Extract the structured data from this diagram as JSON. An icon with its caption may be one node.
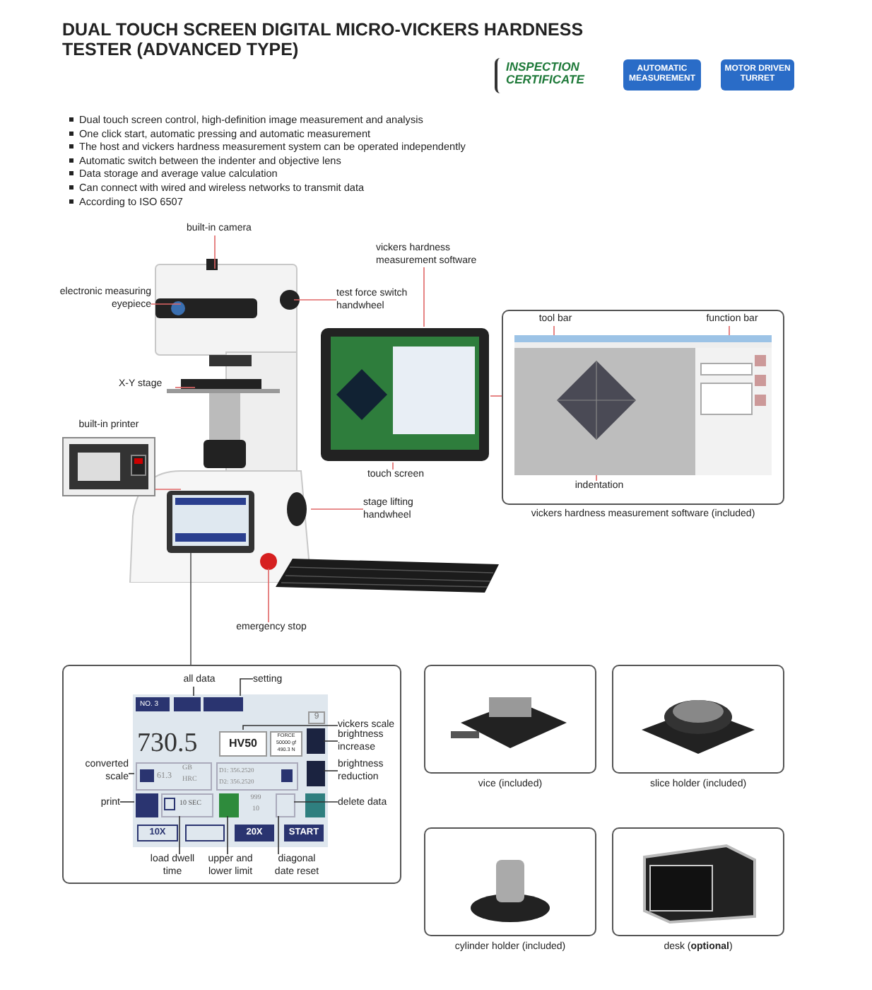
{
  "diagram": {
    "title": "DUAL TOUCH SCREEN DIGITAL MICRO-VICKERS HARDNESS TESTER (ADVANCED TYPE)",
    "nodes": [
      {
        "text": [],
        "shape": "picture"
      },
      {
        "text": [],
        "shape": "picture"
      },
      {
        "text": [],
        "shape": "picture",
        "in": 0
      },
      {
        "text": [
          "built-in camera"
        ]
      },
      {
        "text": [
          "electronic measuring eyepiece"
        ]
      },
      {
        "text": [
          "test force switch handwheel"
        ]
      },
      {
        "text": [
          "vickers hardness measurement software"
        ]
      },
      {
        "text": [
          "X-Y stage"
        ]
      },
      {
        "text": [
          "built-in printer"
        ]
      },
      {
        "text": [
          "touch screen"
        ]
      },
      {
        "text": [
          "stage lifting handwheel"
        ]
      },
      {
        "text": [
          "emergency stop"
        ]
      },
      {
        "text": [
          "vickers hardness measurement software (included)"
        ]
      },
      {
        "text": [],
        "shape": "picture",
        "in": 12
      },
      {
        "text": [
          "tool bar"
        ],
        "in": 12
      },
      {
        "text": [
          "function bar"
        ],
        "in": 12
      },
      {
        "text": [
          "indentation"
        ],
        "in": 12
      },
      {
        "text": [],
        "shape": "box"
      },
      {
        "text": [],
        "shape": "picture",
        "in": 17
      },
      {
        "text": [
          "all data"
        ],
        "in": 17
      },
      {
        "text": [
          "setting"
        ],
        "in": 17
      },
      {
        "text": [
          "vickers scale"
        ],
        "in": 17
      },
      {
        "text": [
          "brightness increase"
        ],
        "in": 17
      },
      {
        "text": [
          "brightness reduction"
        ],
        "in": 17
      },
      {
        "text": [
          "converted scale"
        ],
        "in": 17
      },
      {
        "text": [
          "print"
        ],
        "in": 17
      },
      {
        "text": [
          "delete data"
        ],
        "in": 17
      },
      {
        "text": [
          "load dwell time"
        ],
        "in": 17
      },
      {
        "text": [
          "upper and lower limit"
        ],
        "in": 17
      },
      {
        "text": [
          "diagonal date reset"
        ],
        "in": 17
      },
      {
        "text": [
          "vice (included)"
        ]
      },
      {
        "text": [
          "slice holder (included)"
        ]
      },
      {
        "text": [
          "cylinder holder (included)"
        ]
      },
      {
        "text": [
          "desk (**optional**)"
        ]
      }
    ],
    "edges": [
      {
        "from": 3,
        "to": 0,
        "arrow": "none"
      },
      {
        "from": 4,
        "to": 0,
        "arrow": "none"
      },
      {
        "from": 5,
        "to": 0,
        "arrow": "none"
      },
      {
        "from": 6,
        "to": 1,
        "arrow": "none"
      },
      {
        "from": 7,
        "to": 0,
        "arrow": "none"
      },
      {
        "from": 8,
        "to": 0,
        "arrow": "none"
      },
      {
        "from": 9,
        "to": 1,
        "arrow": "none"
      },
      {
        "from": 10,
        "to": 0,
        "arrow": "none"
      },
      {
        "from": 11,
        "to": 0,
        "arrow": "none"
      },
      {
        "from": 1,
        "to": 12,
        "arrow": "none"
      },
      {
        "from": 14,
        "to": 13,
        "arrow": "none"
      },
      {
        "from": 15,
        "to": 13,
        "arrow": "none"
      },
      {
        "from": 16,
        "to": 13,
        "arrow": "none"
      },
      {
        "from": 2,
        "to": 17,
        "arrow": "none",
        "color": "#555555"
      },
      {
        "from": 19,
        "to": 18,
        "arrow": "none",
        "color": "#333333"
      },
      {
        "from": 20,
        "to": 18,
        "arrow": "none",
        "color": "#333333"
      },
      {
        "from": 21,
        "to": 18,
        "arrow": "none",
        "color": "#333333"
      },
      {
        "from": 22,
        "to": 18,
        "arrow": "none",
        "color": "#333333"
      },
      {
        "from": 23,
        "to": 18,
        "arrow": "none",
        "color": "#333333"
      },
      {
        "from": 24,
        "to": 18,
        "arrow": "none",
        "color": "#333333"
      },
      {
        "from": 25,
        "to": 18,
        "arrow": "none",
        "color": "#333333"
      },
      {
        "from": 26,
        "to": 18,
        "arrow": "none",
        "color": "#333333"
      },
      {
        "from": 27,
        "to": 18,
        "arrow": "none",
        "color": "#333333"
      },
      {
        "from": 28,
        "to": 18,
        "arrow": "none",
        "color": "#333333"
      },
      {
        "from": 29,
        "to": 18,
        "arrow": "none",
        "color": "#333333"
      }
    ],
    "labels": [
      "INSPECTION CERTIFICATE",
      "AUTOMATIC MEASUREMENT",
      "MOTOR DRIVEN TURRET",
      "Dual touch screen control, high-definition image measurement and analysis",
      "One click start, automatic pressing and automatic measurement",
      "The host and vickers hardness measurement system can be operated independently",
      "Automatic switch between the indenter and objective lens",
      "Data storage and average value calculation",
      "Can connect with wired and wireless networks to transmit data",
      "According to ISO 6507",
      "NO. 3",
      "9",
      "730.5",
      "HV50",
      "FORCE",
      "50000 gf",
      "490.3 N",
      "61.3",
      "GB HRC",
      "D1: 356.2520",
      "D2: 356.2520",
      "10 SEC",
      "999",
      "10",
      "10X",
      "20X",
      "START"
    ]
  }
}
